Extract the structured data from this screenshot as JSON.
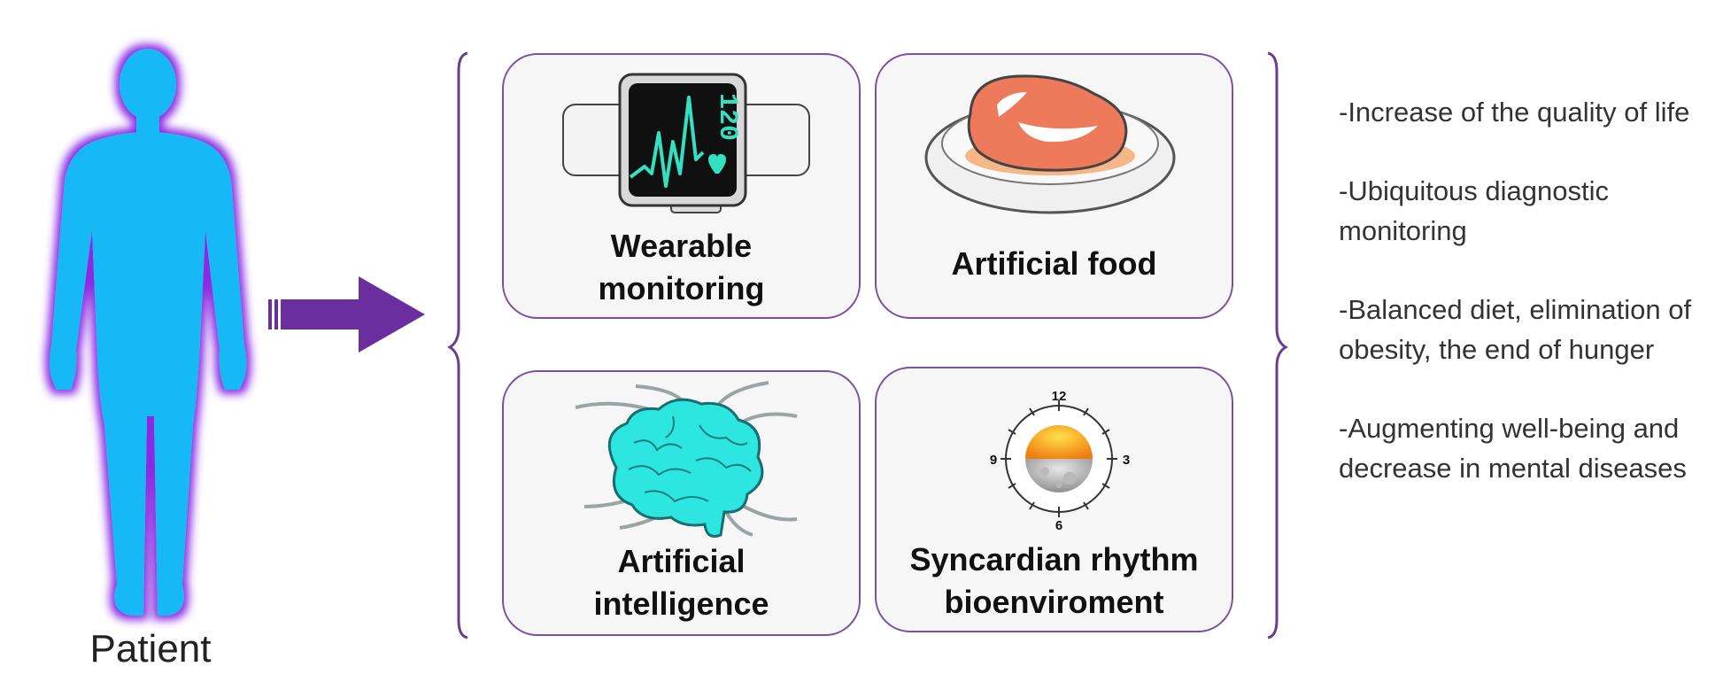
{
  "patient": {
    "label": "Patient"
  },
  "cards": [
    {
      "id": "wearable",
      "label_line1": "Wearable",
      "label_line2": "monitoring",
      "icon": "smartwatch-icon",
      "watch_reading": "120"
    },
    {
      "id": "food",
      "label_line1": "Artificial food",
      "icon": "cultured-meat-dish-icon"
    },
    {
      "id": "ai",
      "label_line1": "Artificial",
      "label_line2": "intelligence",
      "icon": "brain-icon"
    },
    {
      "id": "rhythm",
      "label_line1": "Syncardian rhythm",
      "label_line2": "bioenviroment",
      "icon": "day-night-clock-icon",
      "clock_labels": {
        "top": "12",
        "right": "3",
        "bottom": "6",
        "left": "9"
      }
    }
  ],
  "benefits": [
    "-Increase of the quality of life",
    "-Ubiquitous diagnostic monitoring",
    "-Balanced diet, elimination of obesity, the end of hunger",
    "-Augmenting well-being and decrease in mental diseases"
  ],
  "colors": {
    "body": "#19b8f5",
    "body_glow": "#8a2be2",
    "arrow": "#6b2e9e",
    "card_border": "#7d4ea3",
    "brace": "#6a3d8f",
    "screen": "#101010",
    "ecg": "#33e0c0",
    "brain": "#2ee6e0"
  }
}
